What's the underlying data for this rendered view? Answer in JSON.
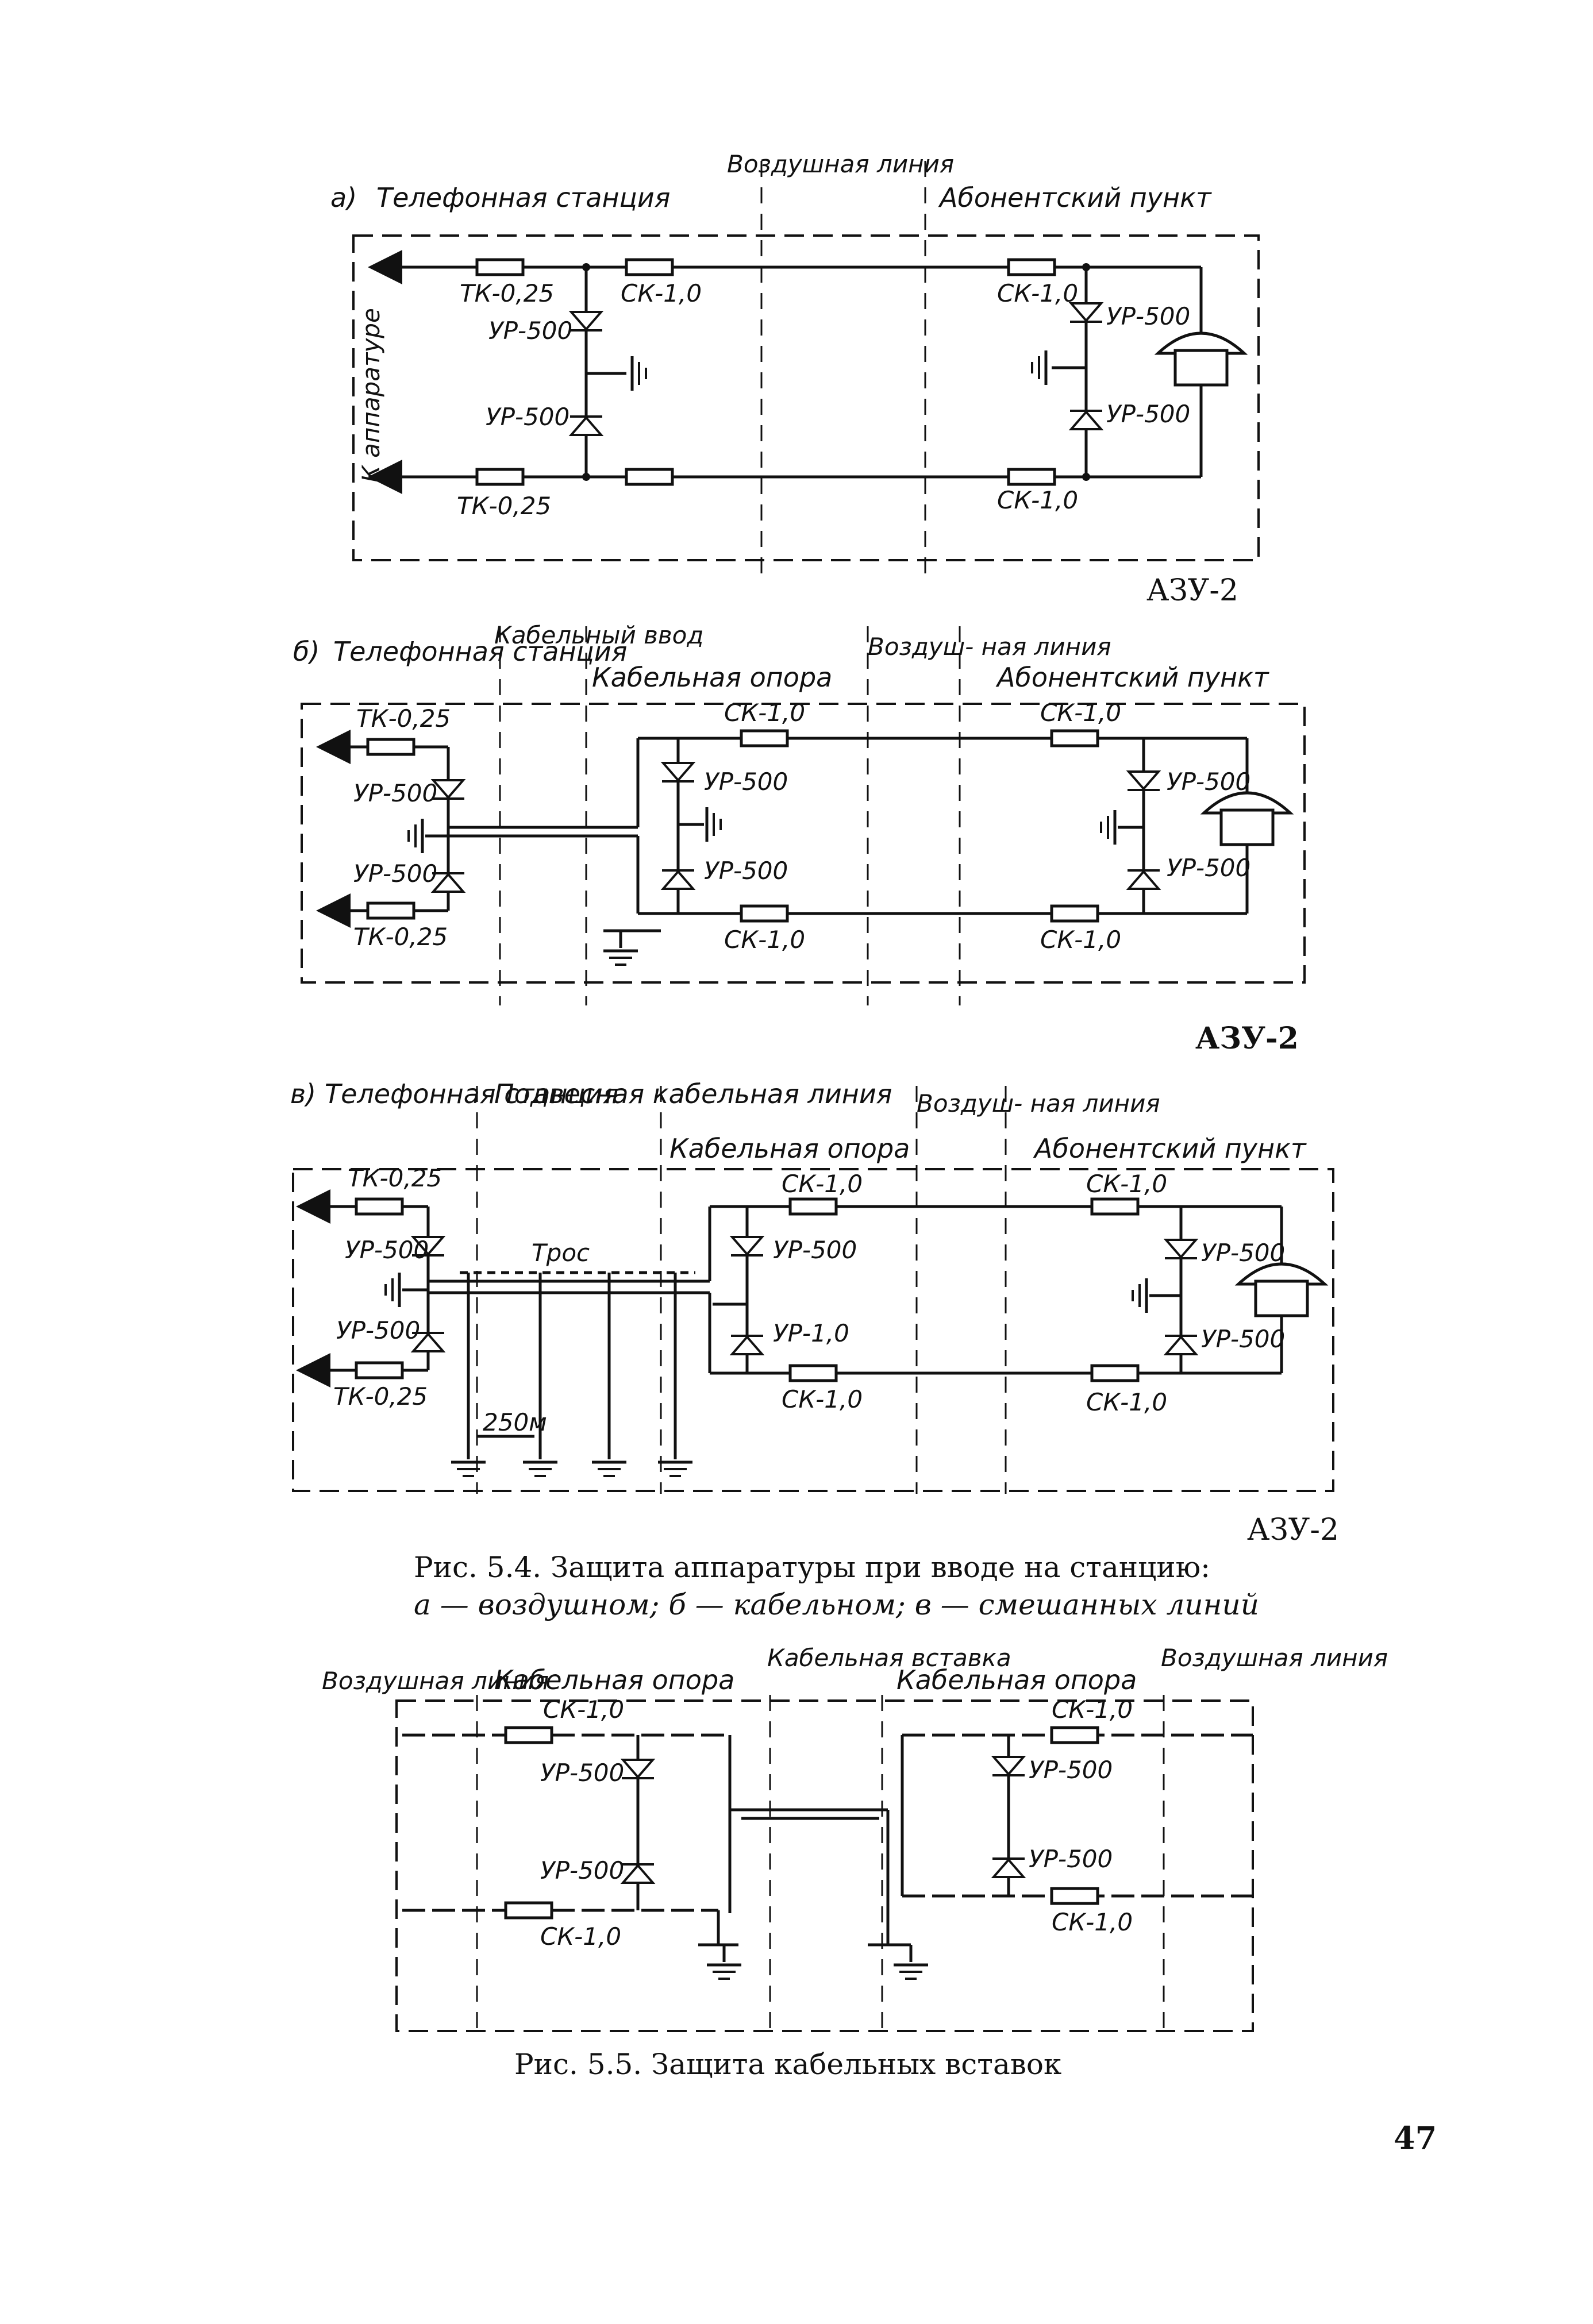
{
  "fig54": {
    "a": {
      "letter": "а)",
      "station": "Телефонная станция",
      "line": "Воздушная линия",
      "subscriber": "Абонентский пункт",
      "apparatus": "К аппаратуре",
      "tk_top": "ТК-0,25",
      "tk_bottom": "ТК-0,25",
      "sk_top_left": "СК-1,0",
      "sk_top_right": "СК-1,0",
      "sk_bottom_right": "СК-1,0",
      "ur1": "УР-500",
      "ur2": "УР-500",
      "ur3": "УР-500",
      "ur4": "УР-500",
      "azu": "АЗУ-2"
    },
    "b": {
      "letter": "б)",
      "station": "Телефонная станция",
      "cable_entry": "Кабельный ввод",
      "cable_pole": "Кабельная опора",
      "air_line": "Воздуш- ная линия",
      "subscriber": "Абонентский пункт",
      "tk_top": "ТК-0,25",
      "tk_bottom": "ТК-0,25",
      "ur1": "УР-500",
      "ur2": "УР-500",
      "ur3": "УР-500",
      "ur4": "УР-500",
      "ur5": "УР-500",
      "ur6": "УР-500",
      "sk1": "СК-1,0",
      "sk2": "СК-1,0",
      "sk3": "СК-1,0",
      "sk4": "СК-1,0",
      "azu": "АЗУ-2"
    },
    "c": {
      "letter": "в)",
      "station": "Телефонная станция",
      "suspended": "Подвесная кабельная линия",
      "cable_pole": "Кабельная опора",
      "air_line": "Воздуш- ная линия",
      "subscriber": "Абонентский пункт",
      "tk_top": "ТК-0,25",
      "tk_bottom": "ТК-0,25",
      "tros": "Трос",
      "span": "250м",
      "ur1": "УР-500",
      "ur2": "УР-500",
      "ur3": "УР-500",
      "ur4": "УР-1,0",
      "ur5": "УР-500",
      "ur6": "УР-500",
      "sk1": "СК-1,0",
      "sk2": "СК-1,0",
      "sk3": "СК-1,0",
      "sk4": "СК-1,0",
      "azu": "АЗУ-2"
    },
    "caption_line1": "Рис. 5.4. Защита аппаратуры при вводе на станцию:",
    "caption_line2": "а — воздушном; б — кабельном; в — смешанных линий"
  },
  "fig55": {
    "air_left": "Воздушная линия",
    "pole_left": "Кабельная опора",
    "insert": "Кабельная вставка",
    "pole_right": "Кабельная опора",
    "air_right": "Воздушная линия",
    "sk1": "СК-1,0",
    "sk2": "СК-1,0",
    "sk3": "СК-1,0",
    "sk4": "СК-1,0",
    "ur1": "УР-500",
    "ur2": "УР-500",
    "ur3": "УР-500",
    "ur4": "УР-500",
    "caption": "Рис. 5.5. Защита кабельных вставок"
  },
  "page_number": "47"
}
